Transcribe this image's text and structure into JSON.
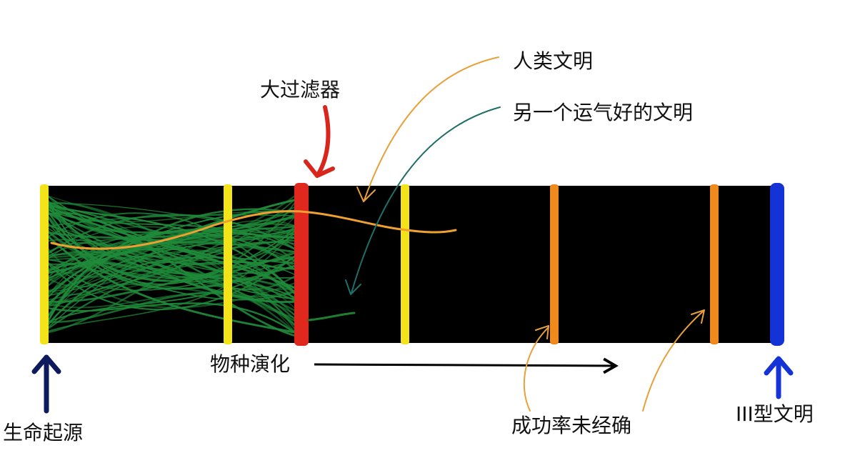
{
  "labels": {
    "great_filter": "大过滤器",
    "human_civilization": "人类文明",
    "lucky_civilization": "另一个运气好的文明",
    "species_evolution": "物种演化",
    "origin_of_life": "生命起源",
    "success_rate_uncertain": "成功率未经确",
    "type_iii_civilization": "III型文明"
  },
  "colors": {
    "timeline": "#000000",
    "life_strands": "#1f8a3a",
    "yellow_marker": "#f5e31a",
    "red_filter": "#e0281e",
    "orange_marker": "#f08a1c",
    "blue_marker": "#1432d6",
    "human_path": "#f0a030",
    "lucky_path": "#1e7d32",
    "human_pointer": "#e8a03a",
    "lucky_pointer": "#1f6e6a",
    "dark_arrow": "#0d1a5e",
    "red_arrow": "#d8261c",
    "evolution_arrow": "#000000"
  }
}
